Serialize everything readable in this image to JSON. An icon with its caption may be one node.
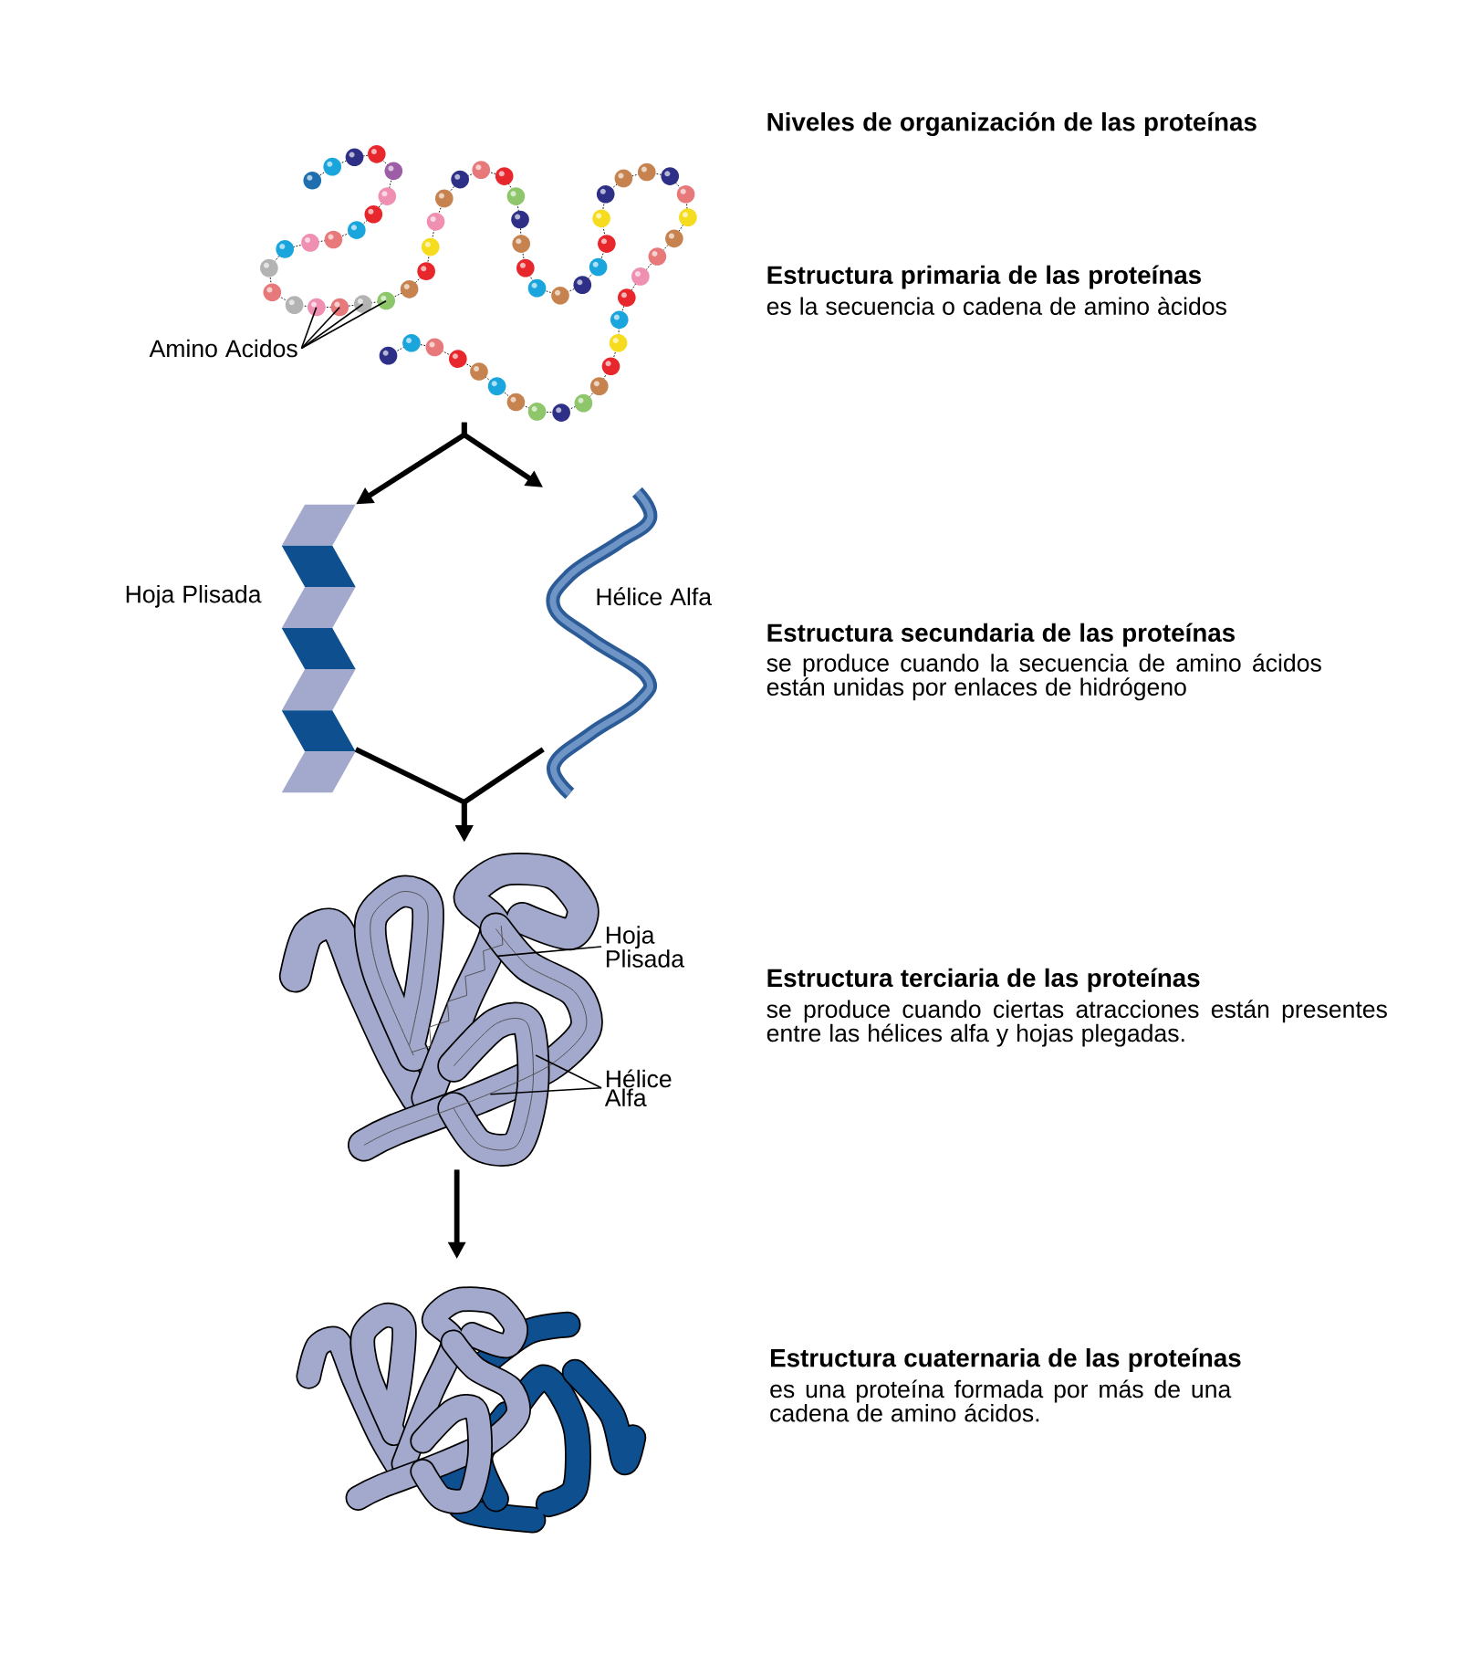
{
  "diagram": {
    "title": "Niveles de organización de las proteínas",
    "nodes": [
      {
        "text": [],
        "shape": "picture"
      },
      {
        "text": [
          "Amino Acidos"
        ]
      },
      {
        "text": [],
        "shape": "picture",
        "beside": [
          "Hoja Plisada"
        ]
      },
      {
        "text": [
          "Hélice Alfa"
        ]
      },
      {
        "text": [],
        "shape": "picture"
      },
      {
        "text": [
          "Hoja Plisada"
        ]
      },
      {
        "text": [
          "Hélice Alfa"
        ]
      },
      {
        "text": [],
        "shape": "picture"
      }
    ],
    "edges": [
      {
        "from": 0,
        "to": 2,
        "arrow": "to",
        "style": "thick"
      },
      {
        "from": 0,
        "to": 3,
        "arrow": "to",
        "style": "thick"
      },
      {
        "from": 2,
        "to": 4,
        "arrow": "to",
        "style": "thick"
      },
      {
        "from": 3,
        "to": 4,
        "arrow": "to",
        "style": "thick"
      },
      {
        "from": 4,
        "to": 7,
        "arrow": "to",
        "style": "thick"
      },
      {
        "from": 1,
        "to": 0,
        "arrow": "none"
      },
      {
        "from": 1,
        "to": 0,
        "arrow": "none"
      },
      {
        "from": 1,
        "to": 0,
        "arrow": "none"
      },
      {
        "from": 1,
        "to": 0,
        "arrow": "none"
      },
      {
        "from": 5,
        "to": 4,
        "arrow": "none"
      },
      {
        "from": 6,
        "to": 4,
        "arrow": "none"
      },
      {
        "from": 6,
        "to": 4,
        "arrow": "none"
      }
    ],
    "labels": [
      "Estructura primaria de las proteínas",
      "es la secuencia o cadena de amino àcidos",
      "Estructura secundaria de las proteínas",
      "se produce cuando la secuencia de amino ácidos están unidas por enlaces de hidrógeno",
      "Estructura terciaria de las proteínas",
      "se produce cuando ciertas atracciones están presentes entre las hélices alfa y hojas plegadas.",
      "Estructura cuaternaria de las proteínas",
      "es una proteína formada por más de una cadena de amino ácidos."
    ]
  }
}
